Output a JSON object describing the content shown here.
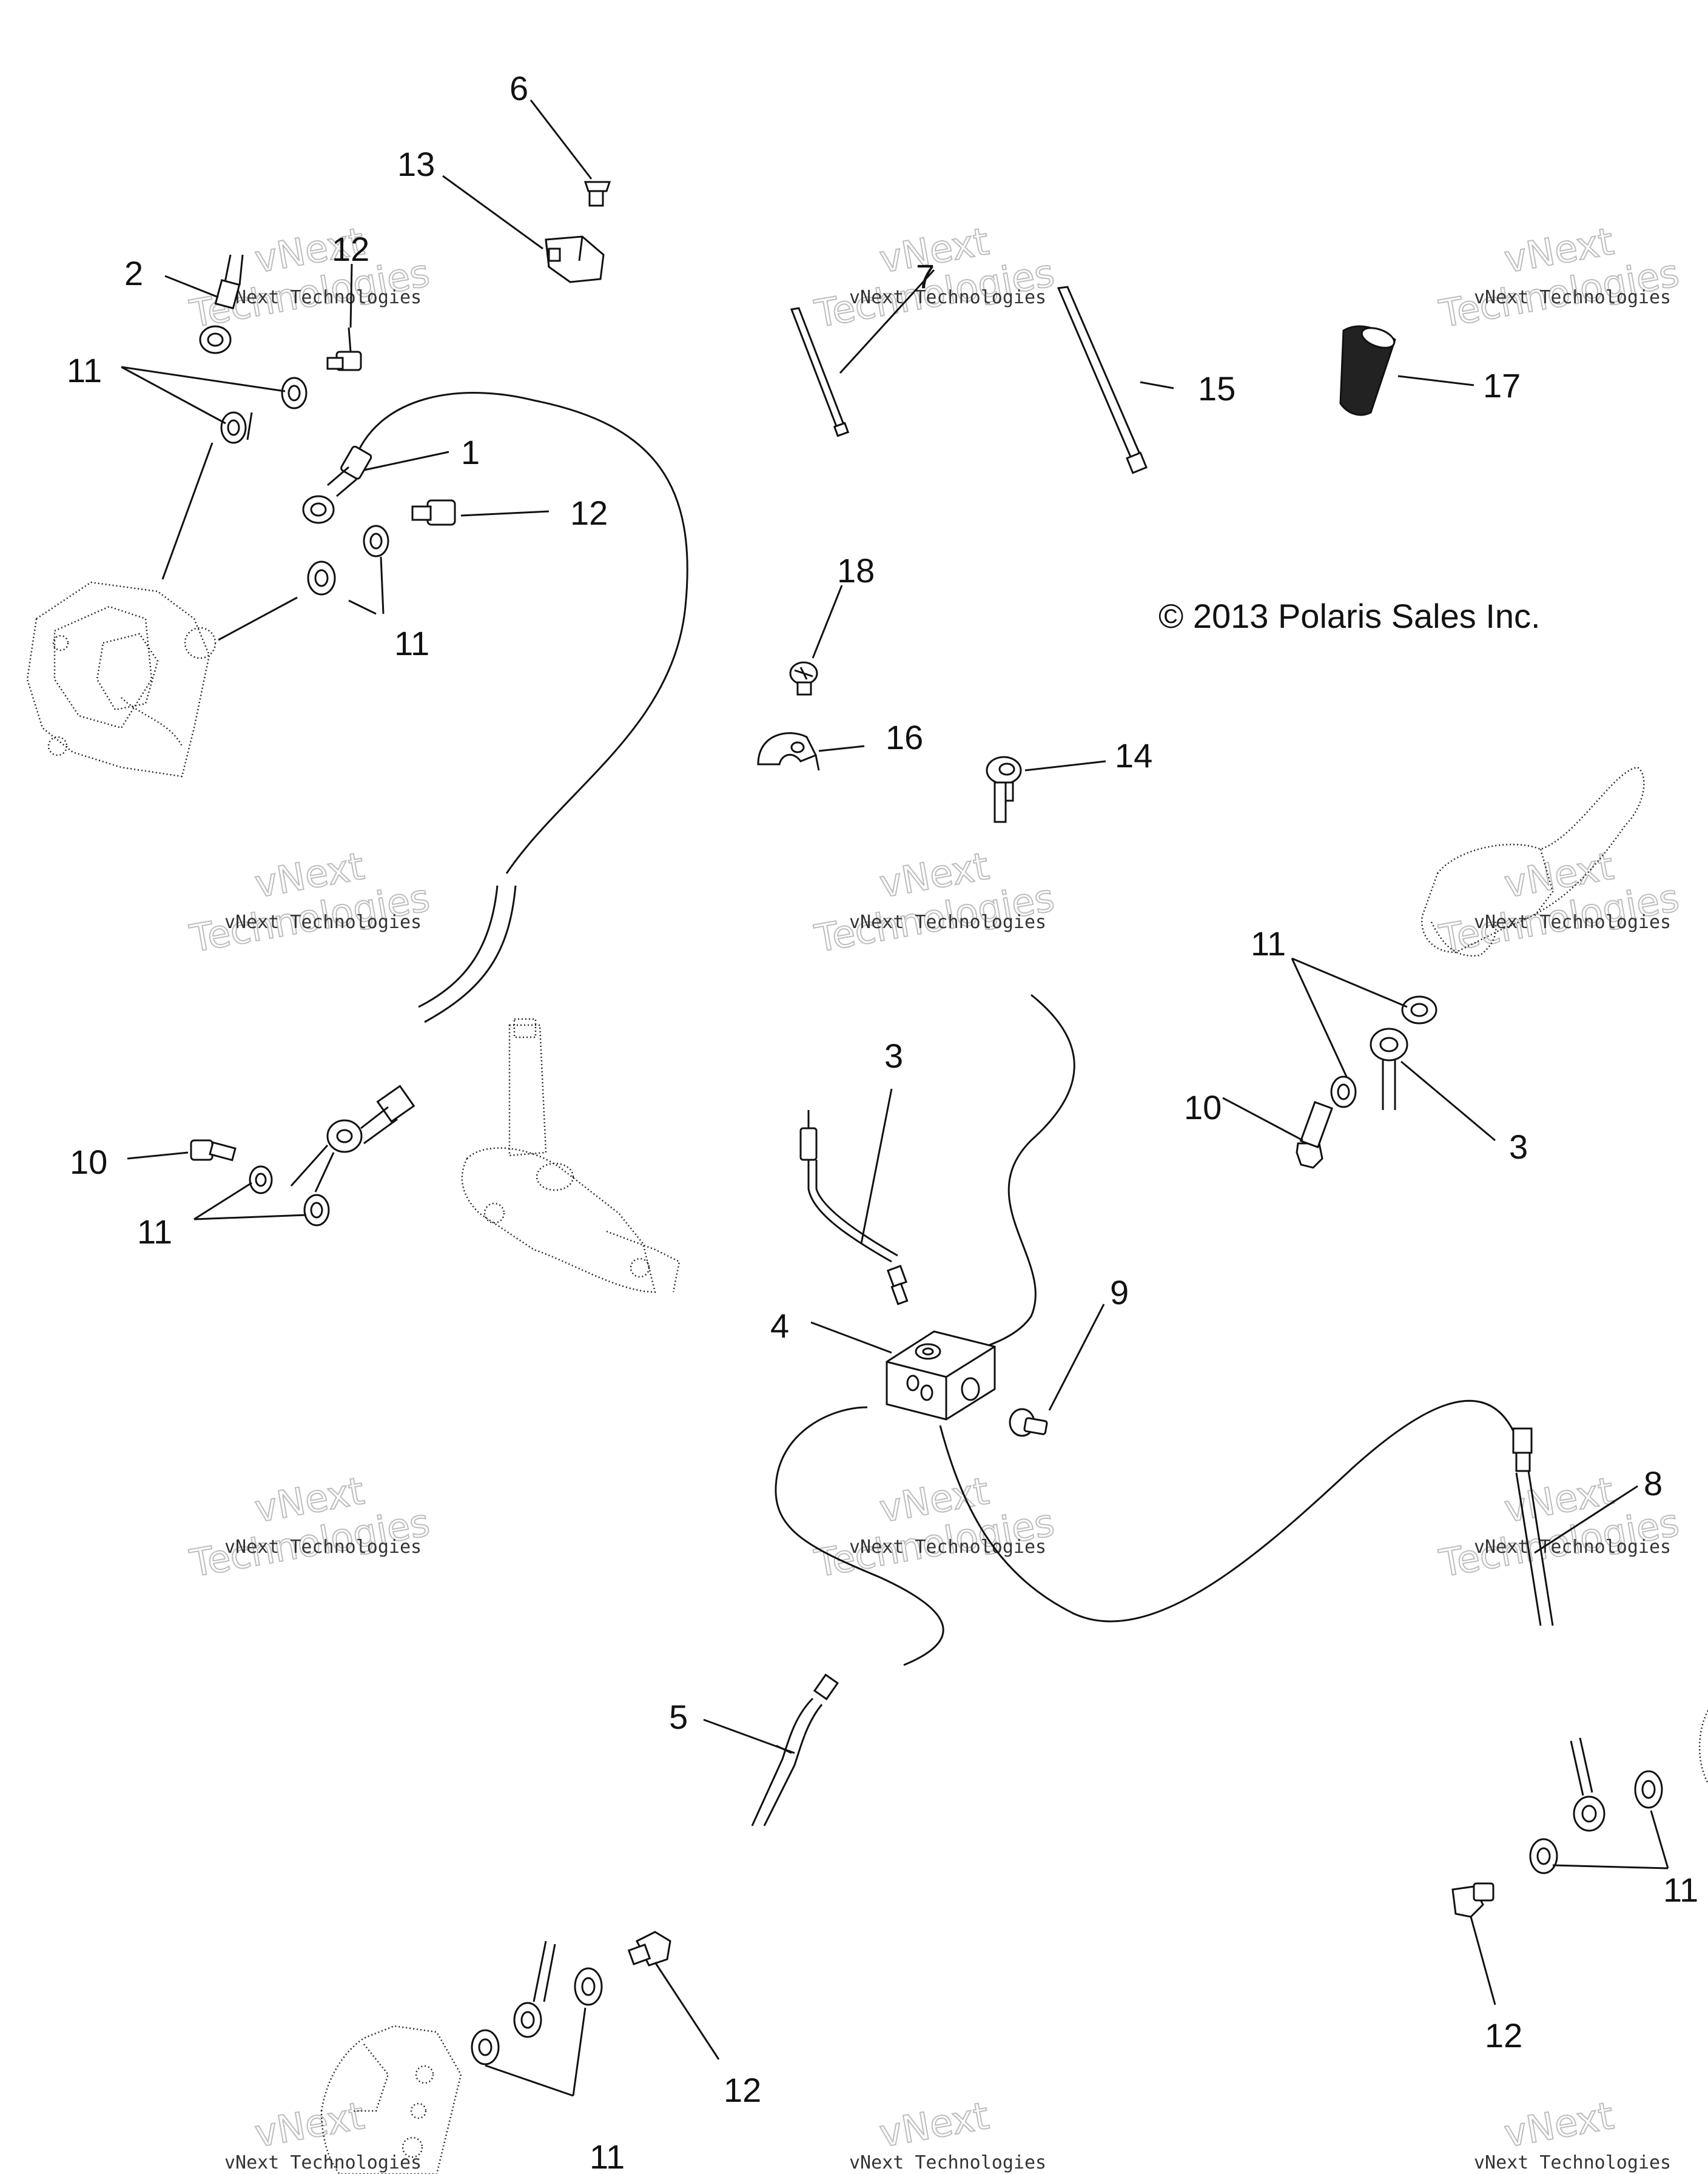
{
  "copyright": "© 2013 Polaris Sales Inc.",
  "watermark": {
    "small": "vNext Technologies",
    "big_top": "vNext",
    "big_bottom": "Technologies"
  },
  "callouts": {
    "c1": "1",
    "c2": "2",
    "c3a": "3",
    "c3b": "3",
    "c4": "4",
    "c5": "5",
    "c6": "6",
    "c7": "7",
    "c8": "8",
    "c9": "9",
    "c10a": "10",
    "c10b": "10",
    "c11a": "11",
    "c11b": "11",
    "c11c": "11",
    "c11d": "11",
    "c11e": "11",
    "c11f": "11",
    "c12a": "12",
    "c12b": "12",
    "c12c": "12",
    "c12d": "12",
    "c13": "13",
    "c14": "14",
    "c15": "15",
    "c16": "16",
    "c17": "17",
    "c18": "18"
  }
}
